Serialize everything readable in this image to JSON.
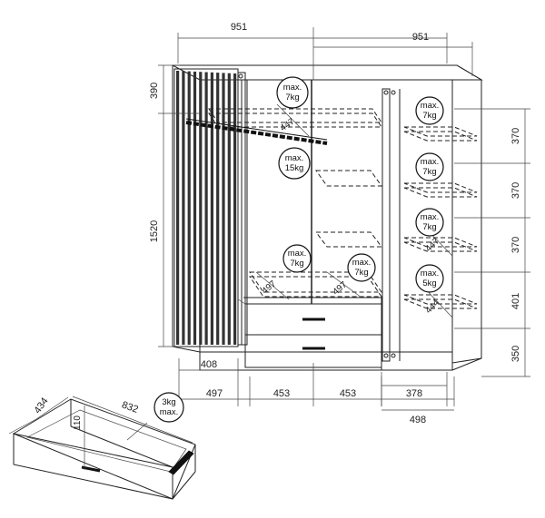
{
  "dimensions": {
    "top_left_width": "951",
    "top_right_width": "951",
    "left_top_height": "390",
    "left_main_height": "1520",
    "right_heights": [
      "370",
      "370",
      "370",
      "401",
      "350"
    ],
    "bottom_row1": [
      "408",
      "378"
    ],
    "bottom_row2": [
      "497",
      "453",
      "453",
      "498"
    ],
    "shelf_depth_top": "447",
    "shelf_depth_mid": "447",
    "shelf_depth_low": "444",
    "shelf_depth_bottom_left": "497",
    "shelf_depth_bottom_mid": "497"
  },
  "badges": {
    "top_center": [
      "max.",
      "7kg"
    ],
    "rail": [
      "max.",
      "15kg"
    ],
    "bottom_left": [
      "max.",
      "7kg"
    ],
    "bottom_mid": [
      "max.",
      "7kg"
    ],
    "right1": [
      "max.",
      "7kg"
    ],
    "right2": [
      "max.",
      "7kg"
    ],
    "right3": [
      "max.",
      "7kg"
    ],
    "right4": [
      "max.",
      "5kg"
    ]
  },
  "drawer": {
    "depth": "434",
    "width": "832",
    "height": "110",
    "badge": [
      "3kg",
      "max."
    ]
  },
  "colors": {
    "line": "#222222",
    "slat": "#333333",
    "background": "#ffffff"
  }
}
